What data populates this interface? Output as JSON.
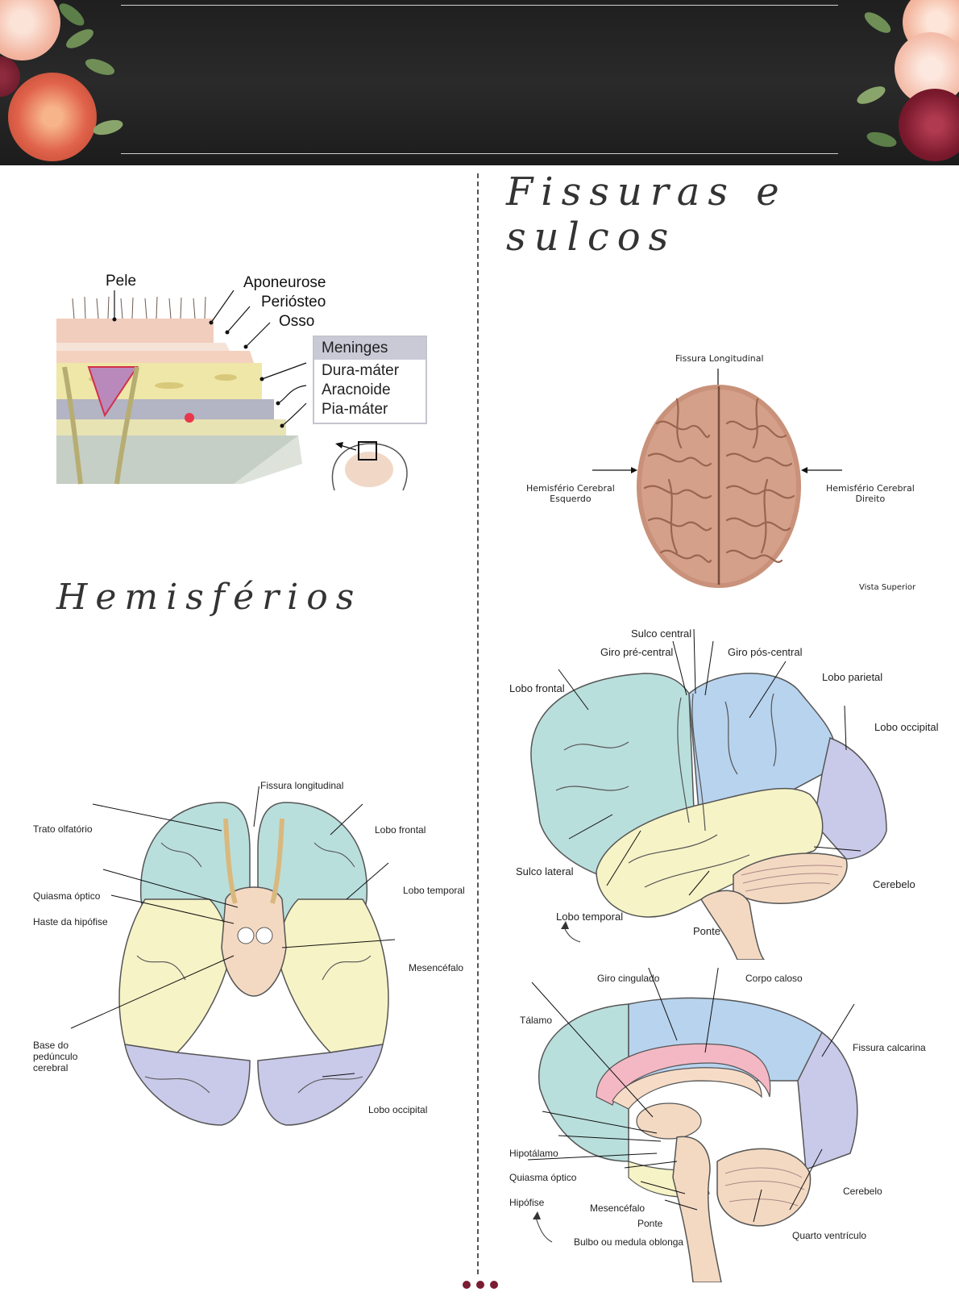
{
  "headings": {
    "fissures": "Fissuras e sulcos",
    "hemispheres": "Hemisférios"
  },
  "meninges_figure": {
    "skin": "Pele",
    "aponeurosis": "Aponeurose",
    "periosteum": "Periósteo",
    "bone": "Osso",
    "box_title": "Meninges",
    "dura": "Dura-máter",
    "arachnoid": "Aracnoide",
    "pia": "Pia-máter"
  },
  "superior_view": {
    "fissure": "Fissura Longitudinal",
    "left_hemisphere_l1": "Hemisfério Cerebral",
    "left_hemisphere_l2": "Esquerdo",
    "right_hemisphere_l1": "Hemisfério Cerebral",
    "right_hemisphere_l2": "Direito",
    "caption": "Vista Superior"
  },
  "lateral_view": {
    "central_sulcus": "Sulco central",
    "precentral": "Giro pré-central",
    "postcentral": "Giro pós-central",
    "frontal": "Lobo frontal",
    "parietal": "Lobo parietal",
    "occipital": "Lobo occipital",
    "lateral_sulcus": "Sulco lateral",
    "cerebellum": "Cerebelo",
    "temporal": "Lobo temporal",
    "pons": "Ponte"
  },
  "inferior_view": {
    "fissure": "Fissura longitudinal",
    "olfactory": "Trato olfatório",
    "frontal": "Lobo frontal",
    "temporal": "Lobo temporal",
    "chiasm": "Quiasma óptico",
    "stalk": "Haste da hipófise",
    "midbrain": "Mesencéfalo",
    "peduncle_1": "Base do",
    "peduncle_2": "pedúnculo",
    "peduncle_3": "cerebral",
    "occipital": "Lobo occipital"
  },
  "medial_view": {
    "cingulate": "Giro cingulado",
    "callosum": "Corpo caloso",
    "thalamus": "Tálamo",
    "calcarine": "Fissura calcarina",
    "hypothalamus": "Hipotálamo",
    "chiasm": "Quiasma óptico",
    "hypophysis": "Hipófise",
    "midbrain": "Mesencéfalo",
    "cerebellum": "Cerebelo",
    "pons": "Ponte",
    "fourth_ventricle": "Quarto ventrículo",
    "medulla": "Bulbo ou medula oblonga"
  },
  "colors": {
    "frontal": "#b9dfdc",
    "parietal": "#b8d3ee",
    "temporal": "#f6f3c6",
    "occipital": "#c9c9e9",
    "brainstem": "#f4d9c2",
    "cingulate": "#f4b8c4",
    "accent": "#7a1d33"
  }
}
